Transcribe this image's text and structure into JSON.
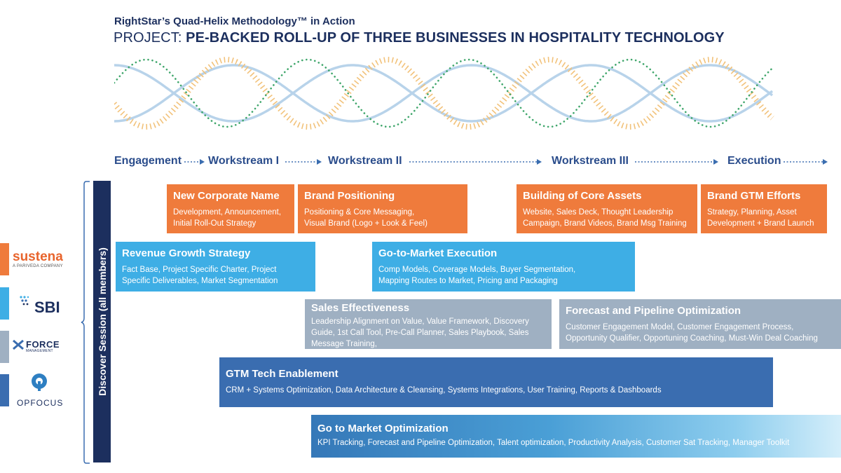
{
  "header": {
    "subtitle": "RightStar’s Quad-Helix Methodology™ in Action",
    "project_prefix": "PROJECT: ",
    "project_title": "PE-BACKED ROLL-UP OF THREE BUSINESSES IN HOSPITALITY TECHNOLOGY"
  },
  "stages": [
    "Engagement",
    "Workstream I",
    "Workstream II",
    "Workstream III",
    "Execution"
  ],
  "side_label": "Discover Session (all members)",
  "logos": [
    {
      "name": "sustena",
      "tagline": "A PARIVEDA COMPANY",
      "color": "#e8642c"
    },
    {
      "name": "SBI",
      "color": "#1c2f5e"
    },
    {
      "name": "FORCE",
      "tagline": "MANAGEMENT",
      "color": "#1c2f5e"
    },
    {
      "name": "OPFOCUS",
      "color": "#1c2f5e"
    }
  ],
  "logo_tab_colors": [
    "#ef7b3c",
    "#3eaee5",
    "#9fb0c2",
    "#3a6db0"
  ],
  "helix_colors": {
    "solid": "#b8d3ea",
    "orange_dotted": "#f2c27a",
    "green_dotted": "#3fa66b"
  },
  "boxes": {
    "new_corporate_name": {
      "title": "New Corporate Name",
      "desc_1": "Development, Announcement,",
      "desc_2": "Initial Roll-Out Strategy"
    },
    "brand_positioning": {
      "title": "Brand Positioning",
      "desc_1": "Positioning & Core Messaging,",
      "desc_2": "Visual Brand (Logo + Look & Feel)"
    },
    "building_core_assets": {
      "title": "Building of Core Assets",
      "desc_1": "Website, Sales Deck, Thought Leadership",
      "desc_2": "Campaign, Brand Videos, Brand Msg Training"
    },
    "brand_gtm_efforts": {
      "title": "Brand GTM Efforts",
      "desc_1": "Strategy, Planning, Asset",
      "desc_2": "Development + Brand Launch"
    },
    "revenue_growth_strategy": {
      "title": "Revenue Growth Strategy",
      "desc_1": "Fact Base, Project Specific Charter, Project",
      "desc_2": "Specific Deliverables, Market Segmentation"
    },
    "go_to_market_execution": {
      "title": "Go-to-Market Execution",
      "desc_1": "Comp Models, Coverage Models, Buyer Segmentation,",
      "desc_2": "Mapping Routes to Market, Pricing and Packaging"
    },
    "sales_effectiveness": {
      "title": "Sales Effectiveness",
      "desc_1": "Leadership Alignment on Value, Value Framework, Discovery",
      "desc_2": "Guide, 1st Call Tool, Pre-Call Planner, Sales Playbook, Sales",
      "desc_3": "Message Training,"
    },
    "forecast_pipeline": {
      "title": "Forecast and Pipeline Optimization",
      "desc_1": "Customer Engagement Model, Customer Engagement Process,",
      "desc_2": "Opportunity Qualifier, Opportuning Coaching, Must-Win Deal Coaching"
    },
    "gtm_tech_enablement": {
      "title": "GTM Tech Enablement",
      "desc_1": "CRM + Systems Optimization, Data Architecture & Cleansing, Systems Integrations, User Training, Reports & Dashboards"
    },
    "go_to_market_optimization": {
      "title": "Go to Market Optimization",
      "desc_1": "KPI Tracking, Forecast and Pipeline Optimization, Talent optimization, Productivity Analysis, Customer Sat Tracking, Manager Toolkit"
    }
  }
}
